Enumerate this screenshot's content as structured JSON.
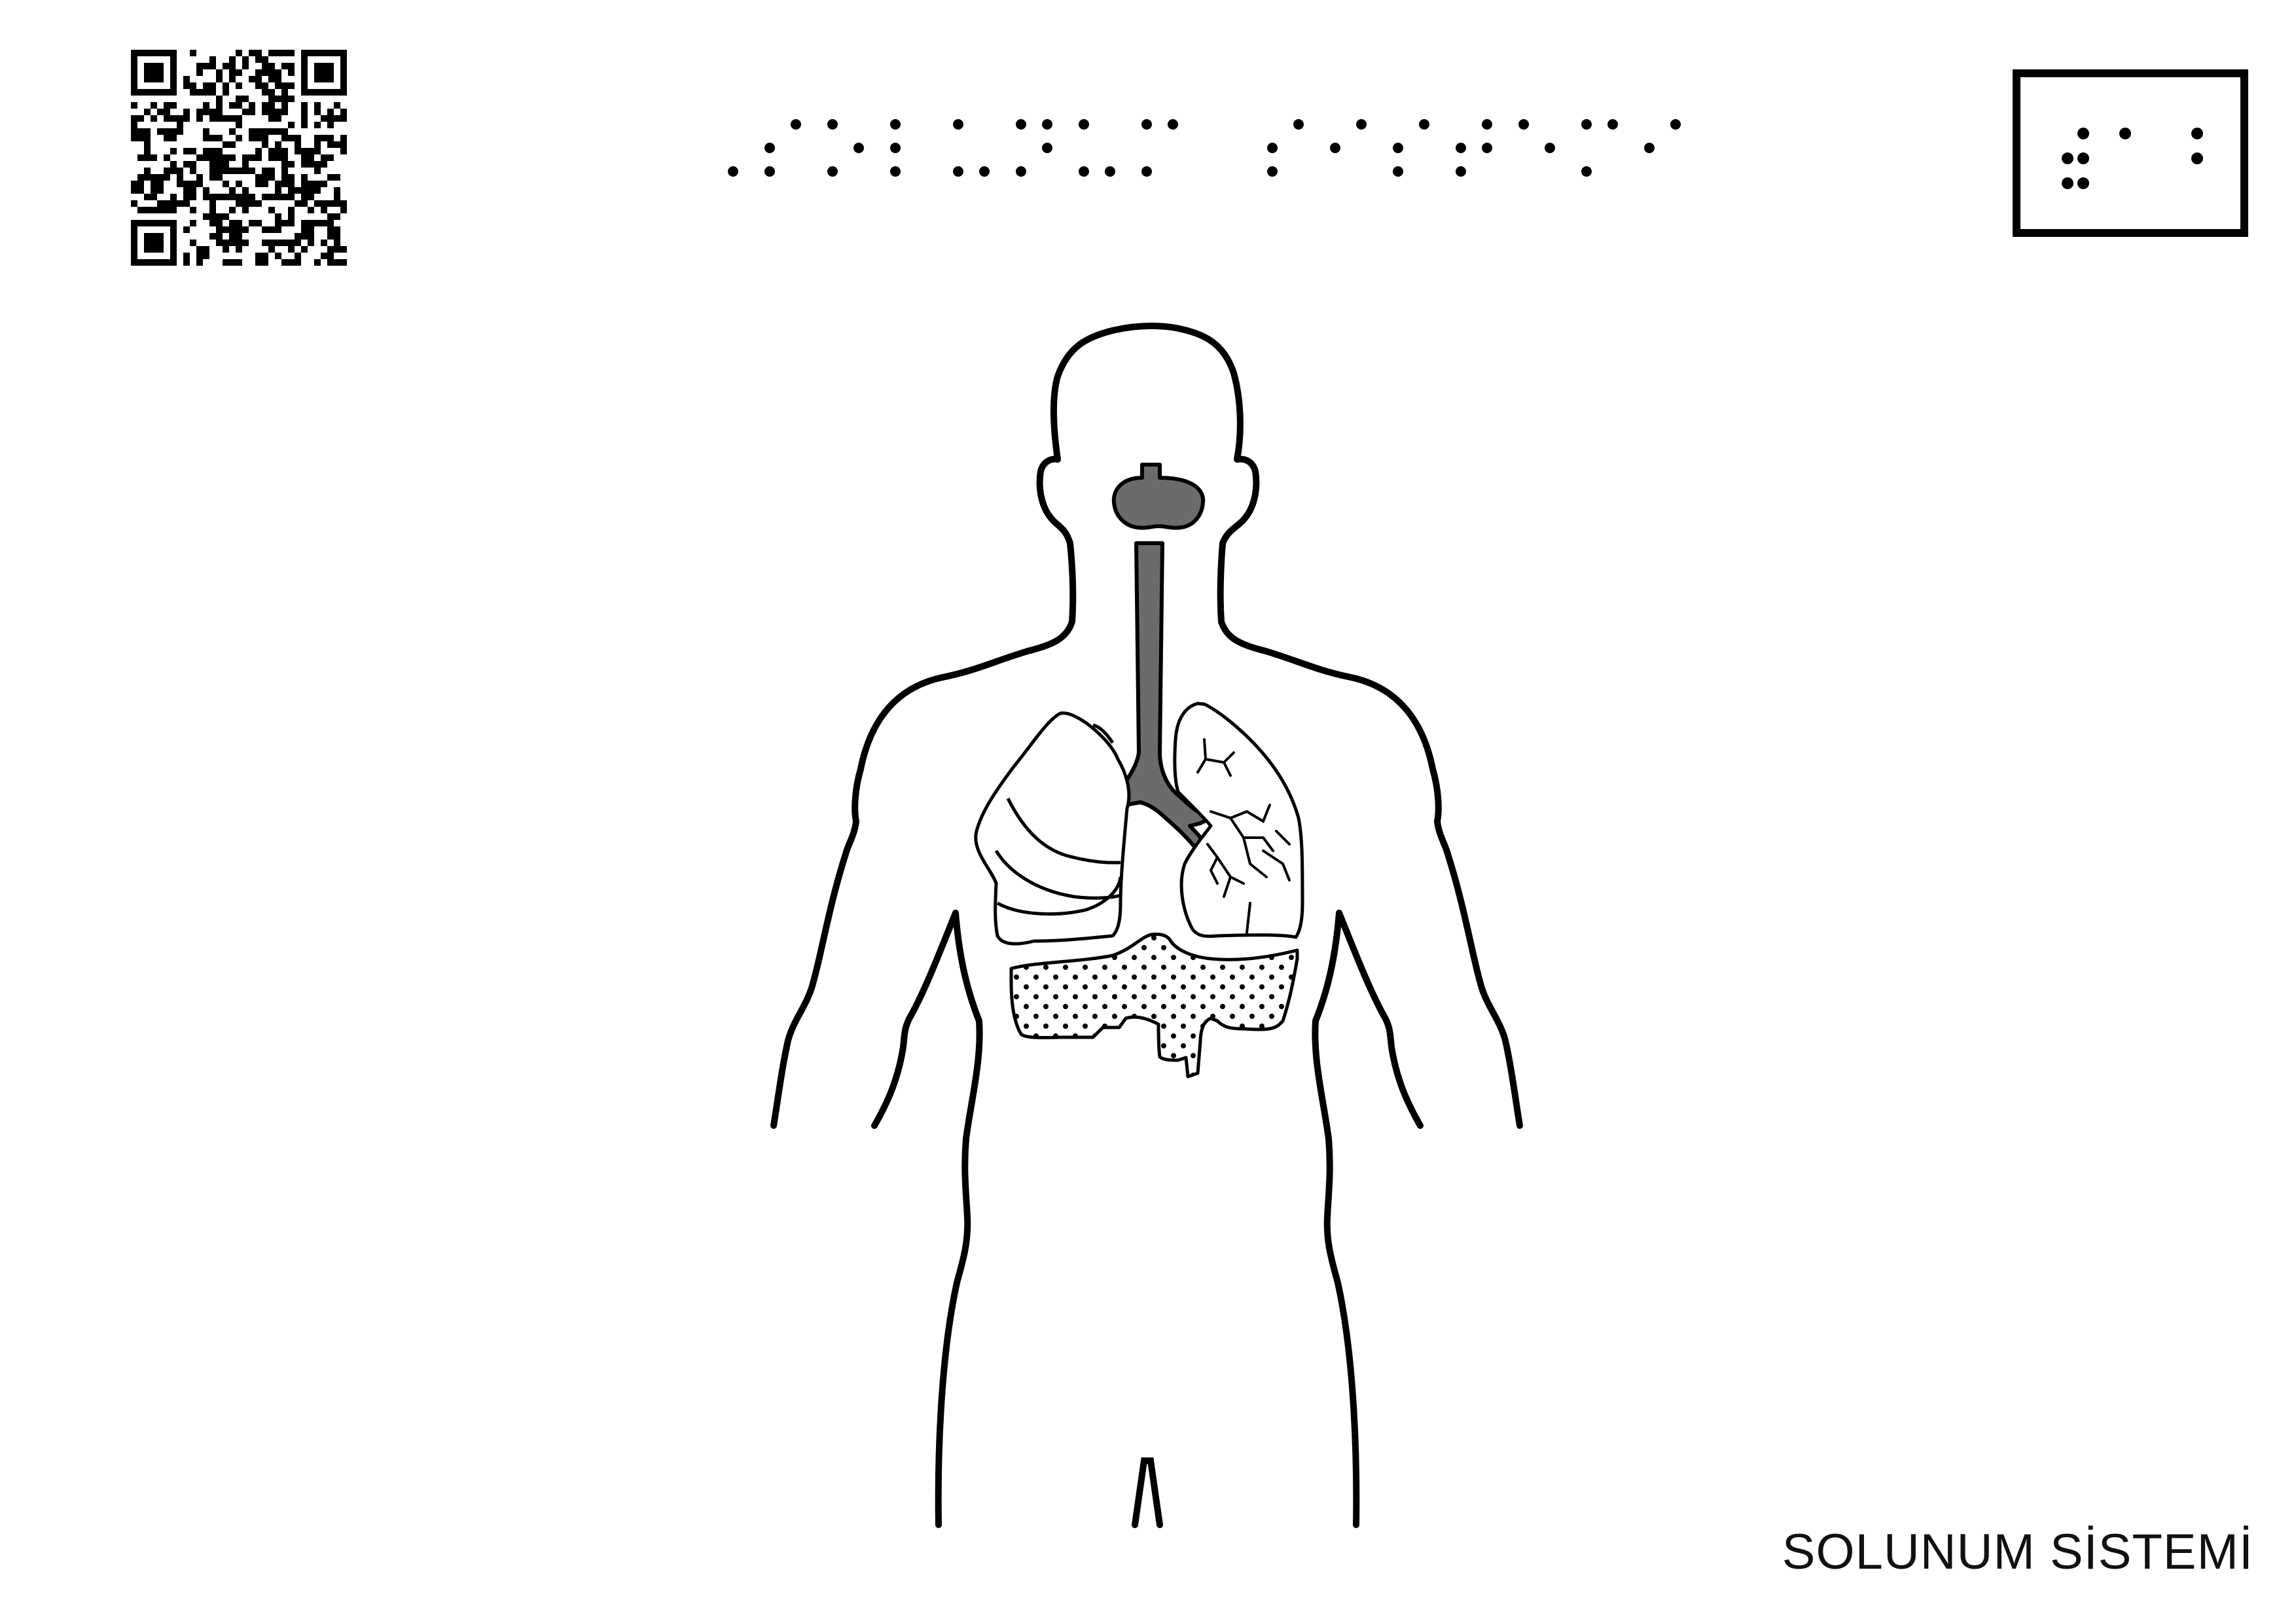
{
  "title_braille": "⠠⠎⠕⠇⠥⠝⠥⠍ ⠎⠊⠎⠞⠑⠍⠊",
  "page_number_braille": "⠼⠁",
  "caption": "SOLUNUM SİSTEMİ",
  "colors": {
    "ink": "#000000",
    "airway_fill": "#6b6b6b",
    "background": "#ffffff"
  },
  "icons": [
    "qr-code",
    "braille-title",
    "braille-page-number"
  ]
}
